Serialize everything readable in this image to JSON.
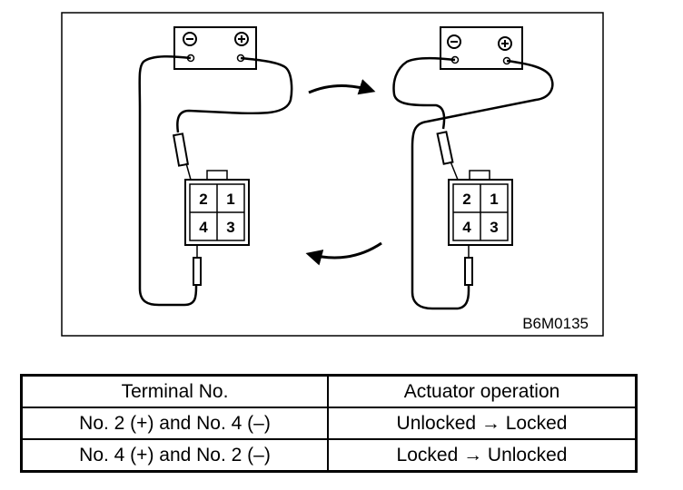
{
  "diagram": {
    "reference_code": "B6M0135",
    "connector_terminals": [
      "2",
      "1",
      "4",
      "3"
    ]
  },
  "table": {
    "headers": [
      "Terminal No.",
      "Actuator operation"
    ],
    "rows": [
      [
        "No. 2 (+) and No. 4 (–)",
        "Unlocked → Locked"
      ],
      [
        "No. 4 (+) and No. 2 (–)",
        "Locked → Unlocked"
      ]
    ]
  }
}
